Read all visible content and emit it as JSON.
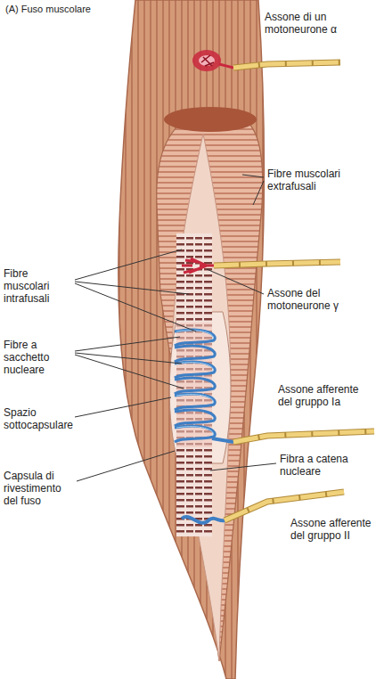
{
  "diagram": {
    "title": "(A) Fuso muscolare",
    "labels": [
      "Assone di un motoneurone α",
      "Fibre muscolari extrafusali",
      "Fibre muscolari intrafusali",
      "Assone del motoneurone γ",
      "Fibre a sacchetto nucleare",
      "Assone afferente del gruppo Ia",
      "Spazio sottocapsulare",
      "Fibra a catena nucleare",
      "Capsula di rivestimento del fuso",
      "Assone afferente del gruppo II"
    ]
  }
}
